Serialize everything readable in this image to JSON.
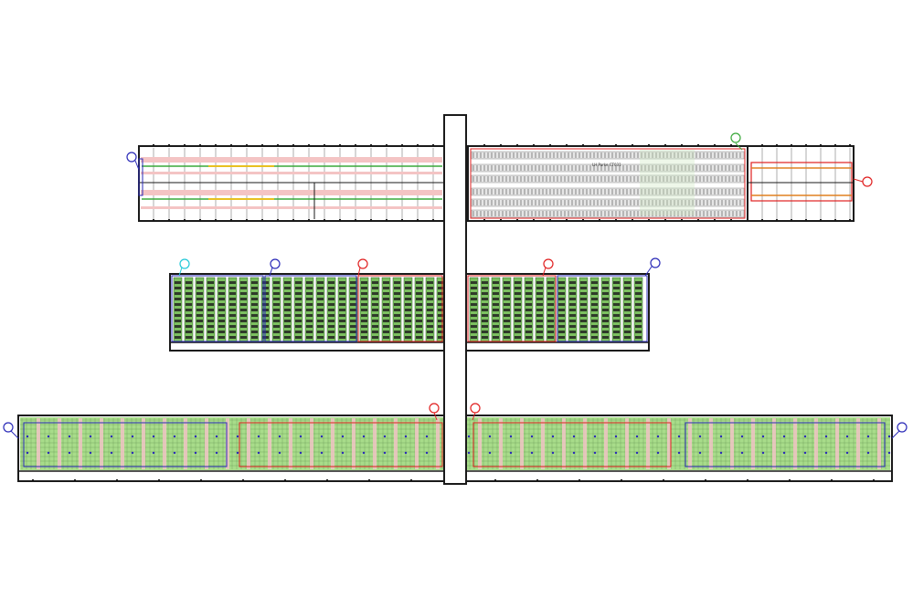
{
  "drawing": {
    "center_label": "LH Parke CT031"
  },
  "callout_colors": [
    "blue",
    "green",
    "red",
    "cyan",
    "blue",
    "red",
    "red",
    "blue",
    "blue",
    "red",
    "red",
    "blue"
  ],
  "colors": {
    "outline": "#1a1a1a",
    "grid": "#555555",
    "blue": "#2a2ab8",
    "red": "#e02020",
    "green": "#3aa83a",
    "cyan": "#20c8d8",
    "green_fill": "#a8dc8a",
    "pink": "#f2b8b8"
  }
}
